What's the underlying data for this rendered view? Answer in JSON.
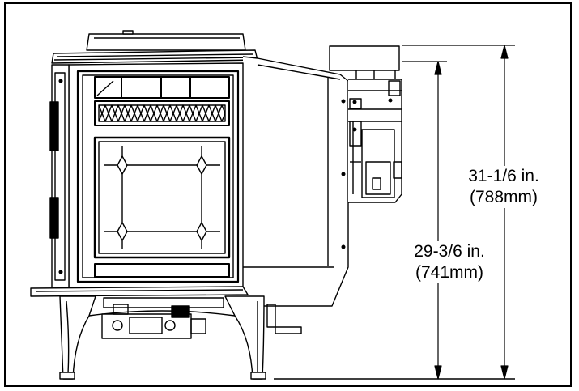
{
  "drawing": {
    "subject": "stove-side-elevation",
    "line_color": "#000000",
    "background": "#ffffff"
  },
  "dimensions": {
    "overall_height": {
      "imperial": "31-1/6 in.",
      "metric": "(788mm)"
    },
    "body_height": {
      "imperial": "29-3/6 in.",
      "metric": "(741mm)"
    }
  }
}
